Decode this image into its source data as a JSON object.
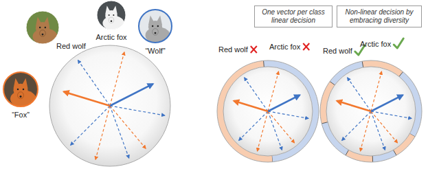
{
  "diagram": {
    "nodes": [
      {
        "text": [
          "One vector per class linear decision"
        ]
      },
      {
        "text": [
          "Non-linear decision by embracing diversity"
        ]
      }
    ],
    "labels": [
      "Red wolf",
      "Arctic fox",
      "“Wolf”",
      "“Fox”",
      "Red wolf",
      "Arctic fox",
      "Red wolf",
      "Arctic fox"
    ]
  }
}
